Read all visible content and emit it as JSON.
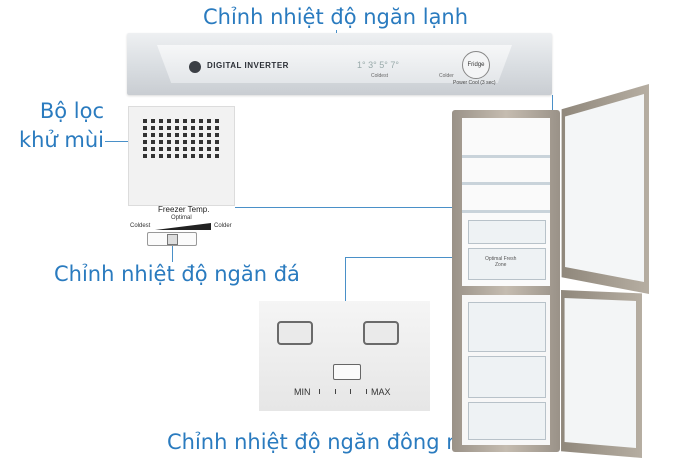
{
  "callouts": {
    "fridge_temp": "Chỉnh nhiệt độ ngăn lạnh",
    "deodorizer": "Bộ lọc\nkhử mùi",
    "freezer_temp": "Chỉnh nhiệt độ ngăn đá",
    "soft_freeze": "Chỉnh nhiệt độ ngăn đông mềm"
  },
  "fridge_panel": {
    "brand": "DIGITAL INVERTER",
    "temps": "1°  3°  5°  7°",
    "coldest": "Coldest",
    "colder": "Colder",
    "fridge_button": "Fridge",
    "power_cool": "Power Cool (3 sec)"
  },
  "freezer_panel": {
    "title": "Freezer Temp.",
    "optimal": "Optimal",
    "coldest": "Coldest",
    "colder": "Colder"
  },
  "soft_panel": {
    "min": "MIN",
    "max": "MAX"
  },
  "fridge_labels": {
    "optimal_fresh": "Optimal Fresh\nZone"
  },
  "colors": {
    "callout_blue": "#2a7bbf",
    "line_blue": "#4a90c8"
  }
}
